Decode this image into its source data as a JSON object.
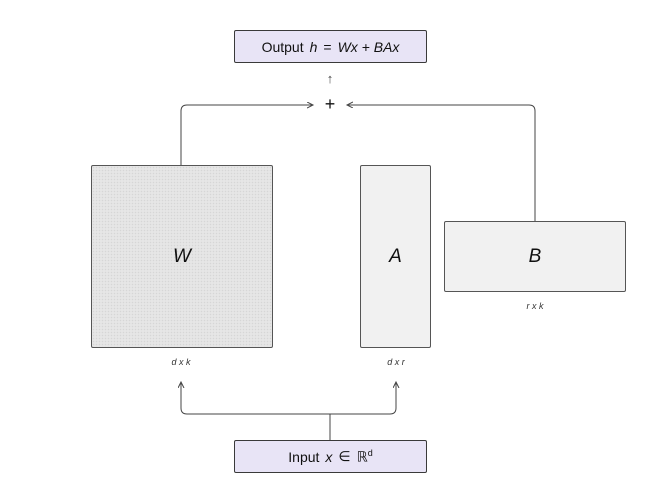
{
  "output_box": {
    "label": "Output",
    "formula_lhs": "h",
    "formula_eq": "=",
    "formula_rhs": "Wx + BAx"
  },
  "operator": {
    "symbol": "+"
  },
  "matrices": {
    "W": {
      "label": "W",
      "dims": "d x k"
    },
    "A": {
      "label": "A",
      "dims": "d x r"
    },
    "B": {
      "label": "B",
      "dims": "r x k"
    }
  },
  "input_box": {
    "label": "Input",
    "var": "x",
    "relation": "∈",
    "space": "ℝ",
    "exponent": "d"
  },
  "icons": {
    "up_arrow": "↑"
  }
}
